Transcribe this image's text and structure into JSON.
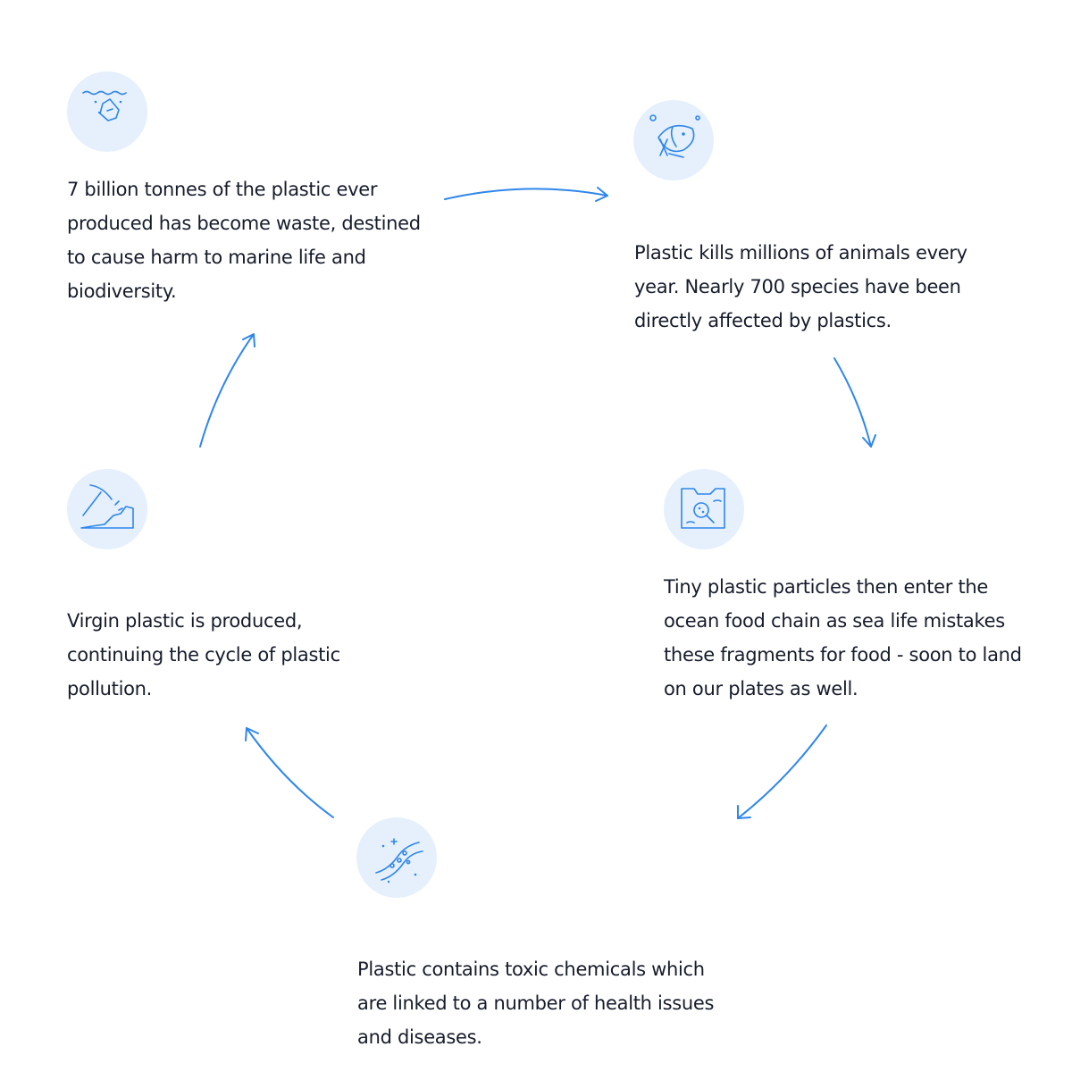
{
  "colors": {
    "accent": "#2f86ec",
    "icon_bg": "#e5f0fc",
    "text": "#161c2b",
    "background": "#ffffff"
  },
  "steps": [
    {
      "icon": "plastic-waste-in-ocean-icon",
      "text": "7 billion tonnes of the plastic ever produced has become waste, destined to cause harm to marine life and biodiversity."
    },
    {
      "icon": "fish-tangled-in-plastic-icon",
      "text": "Plastic kills millions of animals every year. Nearly 700 species have been directly affected by plastics."
    },
    {
      "icon": "magnified-particles-icon",
      "text": "Tiny plastic particles then enter the ocean food chain as sea life mistakes these fragments for food - soon to land on our plates as well."
    },
    {
      "icon": "toxic-chemicals-flow-icon",
      "text": "Plastic contains toxic chemicals which are linked to a number of health issues and diseases."
    },
    {
      "icon": "pickaxe-mining-icon",
      "text": "Virgin plastic is produced, continuing the cycle of plastic pollution."
    }
  ],
  "arrows": [
    {
      "from": "step-1",
      "to": "step-2"
    },
    {
      "from": "step-2",
      "to": "step-3"
    },
    {
      "from": "step-3",
      "to": "step-4"
    },
    {
      "from": "step-4",
      "to": "step-5"
    },
    {
      "from": "step-5",
      "to": "step-1"
    }
  ]
}
